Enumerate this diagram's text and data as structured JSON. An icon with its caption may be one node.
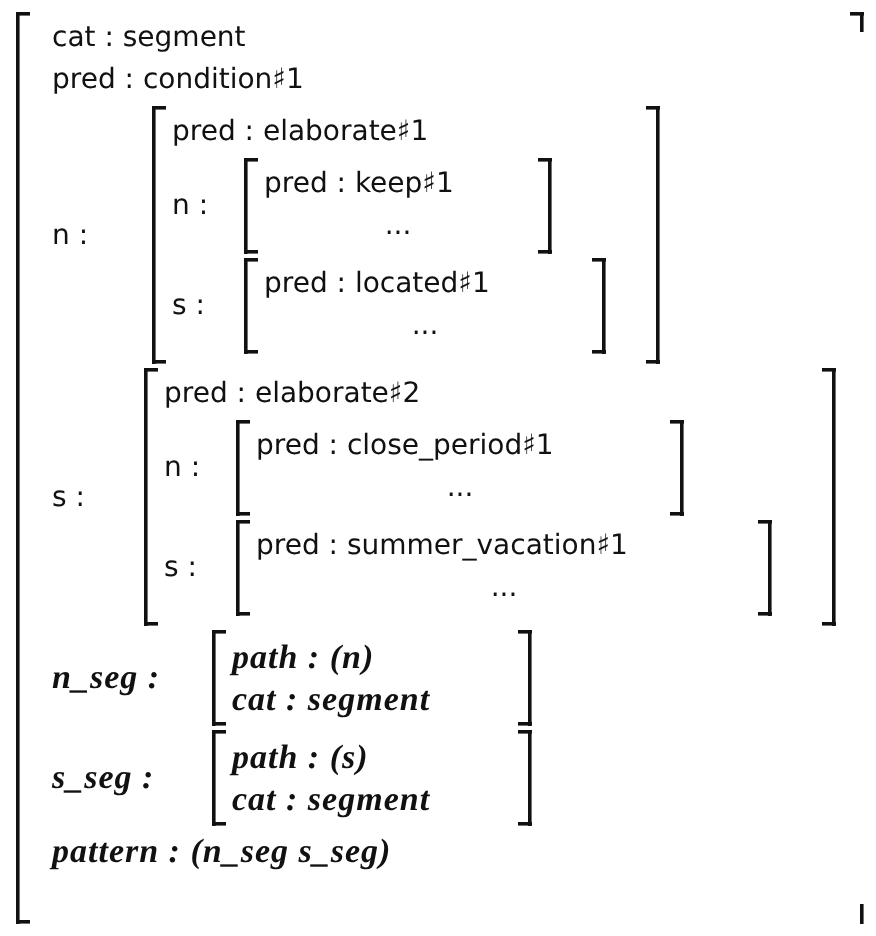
{
  "diagram": {
    "nodes": [
      {
        "text": [
          "cat : segment",
          "pred : condition♯1",
          "pattern : (n_seg s_seg)"
        ]
      },
      {
        "text": [
          "n :",
          "pred : elaborate♯1"
        ],
        "in": 0
      },
      {
        "text": [
          "n :",
          "pred : keep♯1",
          "..."
        ],
        "in": 1
      },
      {
        "text": [
          "s :",
          "pred : located♯1",
          "..."
        ],
        "in": 1
      },
      {
        "text": [
          "s :",
          "pred : elaborate♯2"
        ],
        "in": 0
      },
      {
        "text": [
          "n :",
          "pred : close_period♯1",
          "..."
        ],
        "in": 4
      },
      {
        "text": [
          "s :",
          "pred : summer_vacation♯1",
          "..."
        ],
        "in": 4
      },
      {
        "text": [
          "n_seg :",
          "path : (n)",
          "cat : segment"
        ],
        "in": 0
      },
      {
        "text": [
          "s_seg :",
          "path : (s)",
          "cat : segment"
        ],
        "in": 0
      }
    ]
  }
}
